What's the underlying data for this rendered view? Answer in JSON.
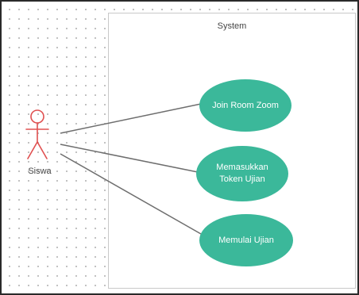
{
  "system": {
    "title": "System"
  },
  "actor": {
    "name": "Siswa",
    "color": "#e05050"
  },
  "use_cases": [
    {
      "label": "Join Room Zoom"
    },
    {
      "label": "Memasukkan Token Ujian"
    },
    {
      "label": "Memulai Ujian"
    }
  ],
  "colors": {
    "use_case_fill": "#3bb89a",
    "association_line": "#6e6e6e"
  }
}
